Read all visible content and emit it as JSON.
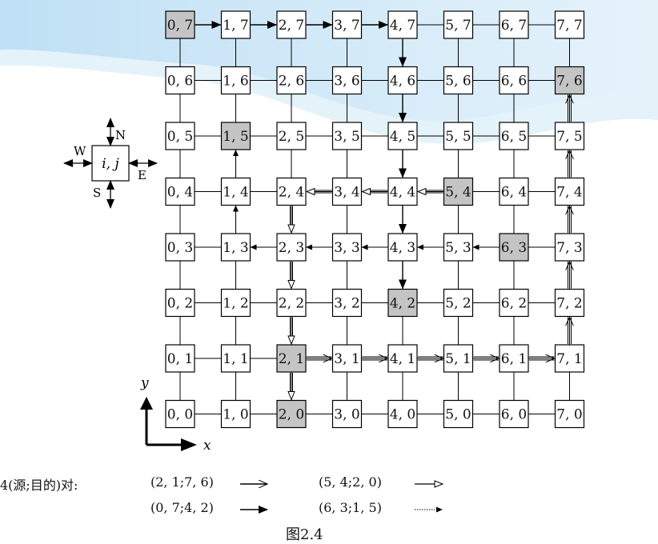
{
  "mesh": {
    "cols": 8,
    "rows": 8,
    "shaded_nodes": [
      "0,7",
      "7,6",
      "1,5",
      "5,4",
      "6,3",
      "4,2",
      "2,1",
      "2,0"
    ],
    "routes": [
      {
        "style": "solid-filled",
        "path": [
          "2,1",
          "3,1",
          "4,1",
          "5,1",
          "6,1",
          "7,1",
          "7,2",
          "7,3",
          "7,4",
          "7,5",
          "7,6"
        ]
      },
      {
        "style": "hollow",
        "path": [
          "5,4",
          "4,4",
          "3,4",
          "2,4",
          "2,3",
          "2,2",
          "2,1",
          "2,0"
        ]
      },
      {
        "style": "solid-single",
        "path": [
          "0,7",
          "1,7",
          "2,7",
          "3,7",
          "4,7",
          "4,6",
          "4,5",
          "4,4",
          "4,3",
          "4,2"
        ]
      },
      {
        "style": "dotted",
        "path": [
          "6,3",
          "5,3",
          "4,3",
          "3,3",
          "2,3",
          "1,3",
          "1,4",
          "1,5"
        ]
      }
    ]
  },
  "compass": {
    "center": "i, j",
    "n": "N",
    "s": "S",
    "e": "E",
    "w": "W"
  },
  "axes": {
    "x": "x",
    "y": "y"
  },
  "legend": {
    "heading": "4(源;目的)对:",
    "pair1": "(2, 1;7, 6)",
    "pair2": "(5, 4;2, 0)",
    "pair3": "(0, 7;4, 2)",
    "pair4": "(6, 3;1, 5)"
  },
  "caption": "图2.4"
}
